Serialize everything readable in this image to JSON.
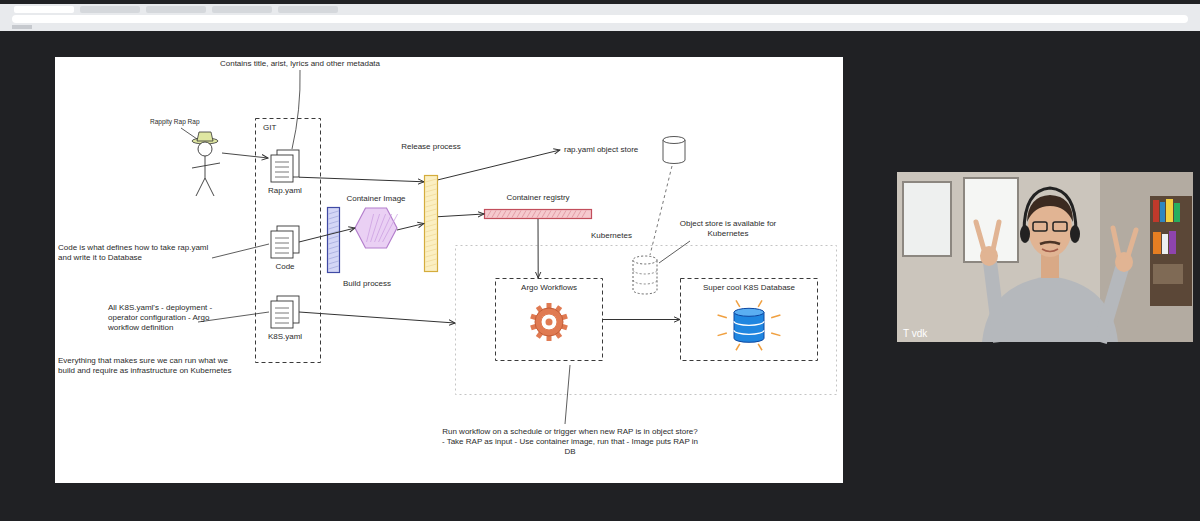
{
  "diagram": {
    "nodes": [
      {
        "text": [
          "GIT"
        ]
      },
      {
        "text": [
          "Rap.yaml"
        ],
        "in": 0
      },
      {
        "text": [
          "Code"
        ],
        "in": 0
      },
      {
        "text": [
          "K8S.yaml"
        ],
        "in": 0
      },
      {
        "text": [
          "Build process"
        ]
      },
      {
        "text": [
          "Container Image"
        ]
      },
      {
        "text": [
          "Release process"
        ]
      },
      {
        "text": [
          "rap.yaml object store"
        ]
      },
      {
        "text": [
          "Container registry"
        ]
      },
      {
        "text": [
          "Kubernetes"
        ]
      },
      {
        "text": [
          "Argo Workflows"
        ],
        "in": 9
      },
      {
        "text": [
          "Super cool K8S Database"
        ],
        "in": 9
      }
    ],
    "edges": [
      {
        "from": 1,
        "to": 6,
        "arrow": "to"
      },
      {
        "from": 2,
        "to": 5,
        "arrow": "to"
      },
      {
        "from": 5,
        "to": 6,
        "arrow": "to"
      },
      {
        "from": 6,
        "to": 7,
        "arrow": "to"
      },
      {
        "from": 6,
        "to": 8,
        "arrow": "to"
      },
      {
        "from": 8,
        "to": 10,
        "arrow": "to"
      },
      {
        "from": 3,
        "to": 9,
        "arrow": "to"
      },
      {
        "from": 10,
        "to": 11,
        "arrow": "to"
      }
    ],
    "labels": [
      "Contains title, arist, lyrics and other metadata",
      "Rappity Rap Rap",
      "Code is what defines how to take rap.yaml and write it to Database",
      "All K8S.yaml's - deployment - operator configuration - Argo workflow definition",
      "Everything that makes sure we can run what we build and require as infrastructure on Kubernetes",
      "Object store is available for Kubernetes",
      "Run workflow on a schedule or trigger when new RAP is in object store? - Take RAP as input - Use container image, run that - Image puts RAP in DB",
      "T vdk"
    ]
  }
}
